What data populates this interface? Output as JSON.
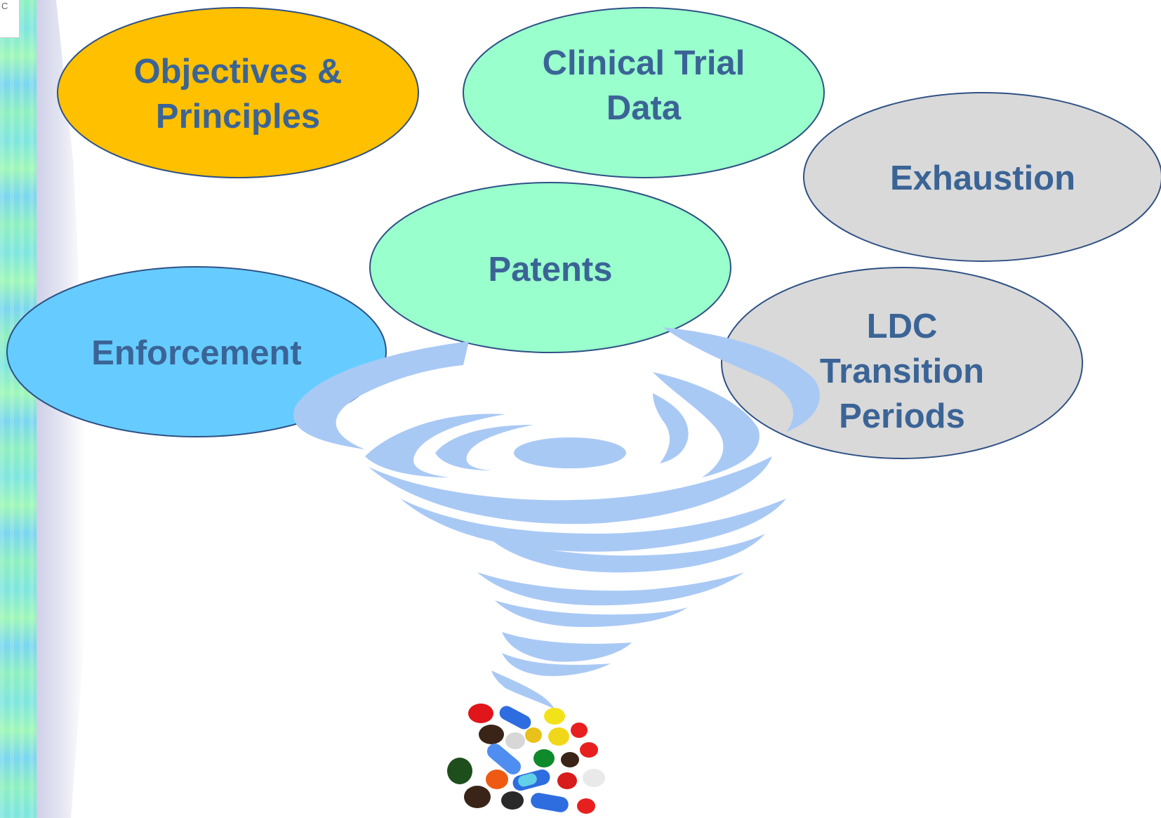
{
  "corner_text": "C",
  "nodes": {
    "objectives": {
      "lines": [
        "Objectives &",
        "Principles"
      ],
      "fill": "#ffc000"
    },
    "clinical": {
      "lines": [
        "Clinical Trial",
        "Data"
      ],
      "fill": "#99ffcc"
    },
    "exhaustion": {
      "lines": [
        "Exhaustion"
      ],
      "fill": "#d9d9d9"
    },
    "patents": {
      "lines": [
        "Patents"
      ],
      "fill": "#99ffcc"
    },
    "enforcement": {
      "lines": [
        "Enforcement"
      ],
      "fill": "#66ccff"
    },
    "ldc": {
      "lines": [
        "LDC",
        "Transition",
        "Periods"
      ],
      "fill": "#d9d9d9"
    }
  },
  "colors": {
    "oval_stroke": "#2f5185",
    "label_text": "#3b6496",
    "tornado": "#a9c9f5"
  },
  "icons": [
    "tornado-icon",
    "pills-image"
  ]
}
